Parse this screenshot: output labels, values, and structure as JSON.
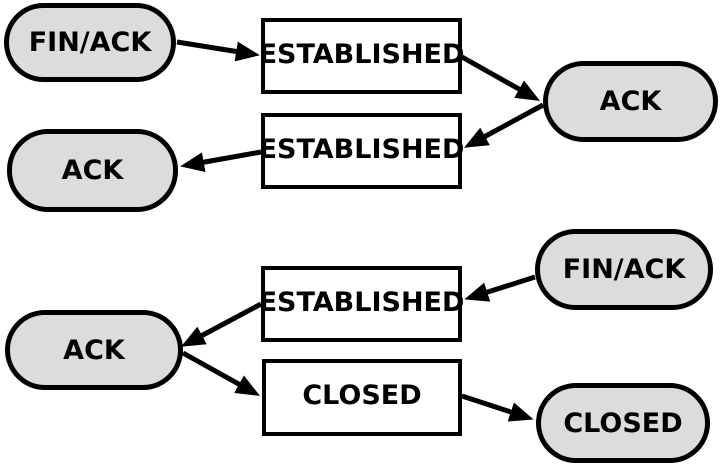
{
  "colors": {
    "background": "#ffffff",
    "pill_fill": "#dcdcdc",
    "rect_fill": "#ffffff",
    "stroke": "#000000"
  },
  "nodes": {
    "finack_top": {
      "label": "FIN/ACK",
      "shape": "pill"
    },
    "established_1": {
      "label": "ESTABLISHED",
      "shape": "rect"
    },
    "ack_right": {
      "label": "ACK",
      "shape": "pill"
    },
    "established_2": {
      "label": "ESTABLISHED",
      "shape": "rect"
    },
    "ack_left_top": {
      "label": "ACK",
      "shape": "pill"
    },
    "finack_bottom": {
      "label": "FIN/ACK",
      "shape": "pill"
    },
    "established_3": {
      "label": "ESTABLISHED",
      "shape": "rect"
    },
    "ack_left_bottom": {
      "label": "ACK",
      "shape": "pill"
    },
    "closed_rect": {
      "label": "CLOSED",
      "shape": "rect"
    },
    "closed_pill": {
      "label": "CLOSED",
      "shape": "pill"
    }
  },
  "edges": [
    {
      "from": "finack_top",
      "to": "established_1"
    },
    {
      "from": "established_1",
      "to": "ack_right"
    },
    {
      "from": "ack_right",
      "to": "established_2"
    },
    {
      "from": "established_2",
      "to": "ack_left_top"
    },
    {
      "from": "finack_bottom",
      "to": "established_3"
    },
    {
      "from": "established_3",
      "to": "ack_left_bottom"
    },
    {
      "from": "ack_left_bottom",
      "to": "closed_rect"
    },
    {
      "from": "closed_rect",
      "to": "closed_pill"
    }
  ]
}
